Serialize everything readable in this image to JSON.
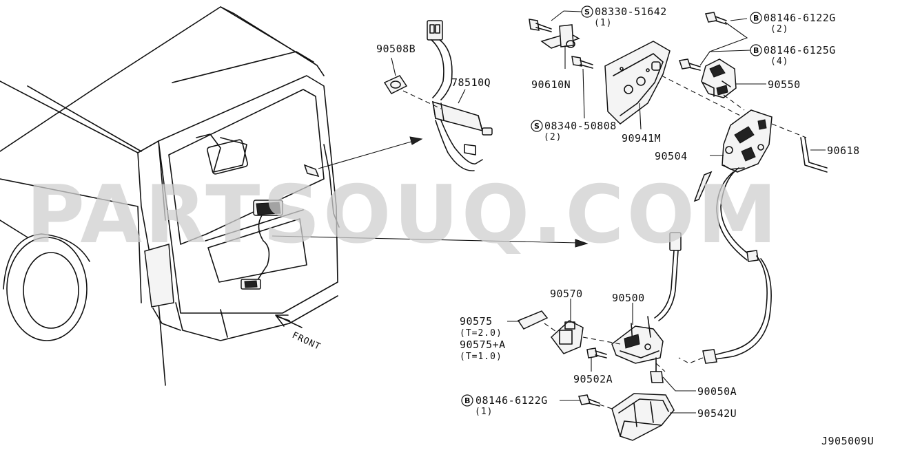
{
  "watermark": "PARTSOUQ.COM",
  "diagram_code": "J905009U",
  "front_label": "FRONT",
  "parts": {
    "p90508B": "90508B",
    "p78510Q": "78510Q",
    "p90610N": "90610N",
    "p90941M": "90941M",
    "p90550": "90550",
    "p90504": "90504",
    "p90618": "90618",
    "p90570": "90570",
    "p90500": "90500",
    "p90575": "90575",
    "p90575_t": "(T=2.0)",
    "p90575A": "90575+A",
    "p90575A_t": "(T=1.0)",
    "p90502A": "90502A",
    "p90050A": "90050A",
    "p90542U": "90542U"
  },
  "bolts": {
    "b1": {
      "prefix": "S",
      "number": "08330-51642",
      "qty": "(1)"
    },
    "b2": {
      "prefix": "B",
      "number": "08146-6122G",
      "qty": "(2)"
    },
    "b3": {
      "prefix": "B",
      "number": "08146-6125G",
      "qty": "(4)"
    },
    "b4": {
      "prefix": "S",
      "number": "08340-50808",
      "qty": "(2)"
    },
    "b5": {
      "prefix": "B",
      "number": "08146-6122G",
      "qty": "(1)"
    }
  }
}
